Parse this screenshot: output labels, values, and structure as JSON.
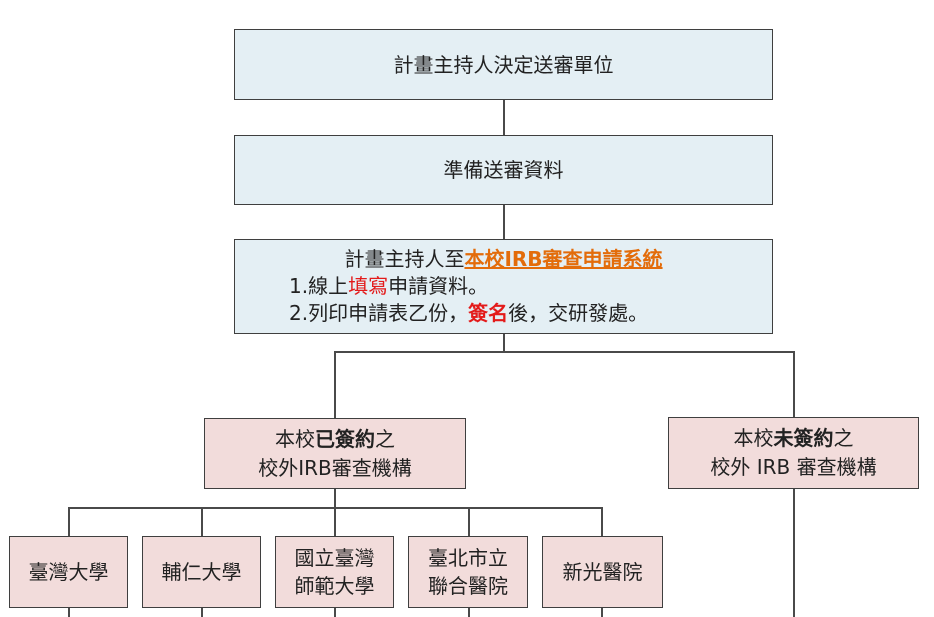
{
  "step1": "計畫主持人決定送審單位",
  "step2": "準備送審資料",
  "step3": {
    "line1_prefix": "計畫主持人至",
    "line1_link": "本校IRB審查申請系統",
    "line2_a": "1.線上",
    "line2_b": "填寫",
    "line2_c": "申請資料。",
    "line3_a": "2.列印申請表乙份，",
    "line3_b": "簽名",
    "line3_c": "後，交研發處。"
  },
  "signed": {
    "a": "本校",
    "b": "已簽約",
    "c": "之",
    "line2": "校外IRB審查機構"
  },
  "unsigned": {
    "a": "本校",
    "b": "未簽約",
    "c": "之",
    "line2": "校外 IRB 審查機構"
  },
  "institutions": [
    {
      "l1": "臺灣大學",
      "l2": ""
    },
    {
      "l1": "輔仁大學",
      "l2": ""
    },
    {
      "l1": "國立臺灣",
      "l2": "師範大學"
    },
    {
      "l1": "臺北市立",
      "l2": "聯合醫院"
    },
    {
      "l1": "新光醫院",
      "l2": ""
    }
  ]
}
